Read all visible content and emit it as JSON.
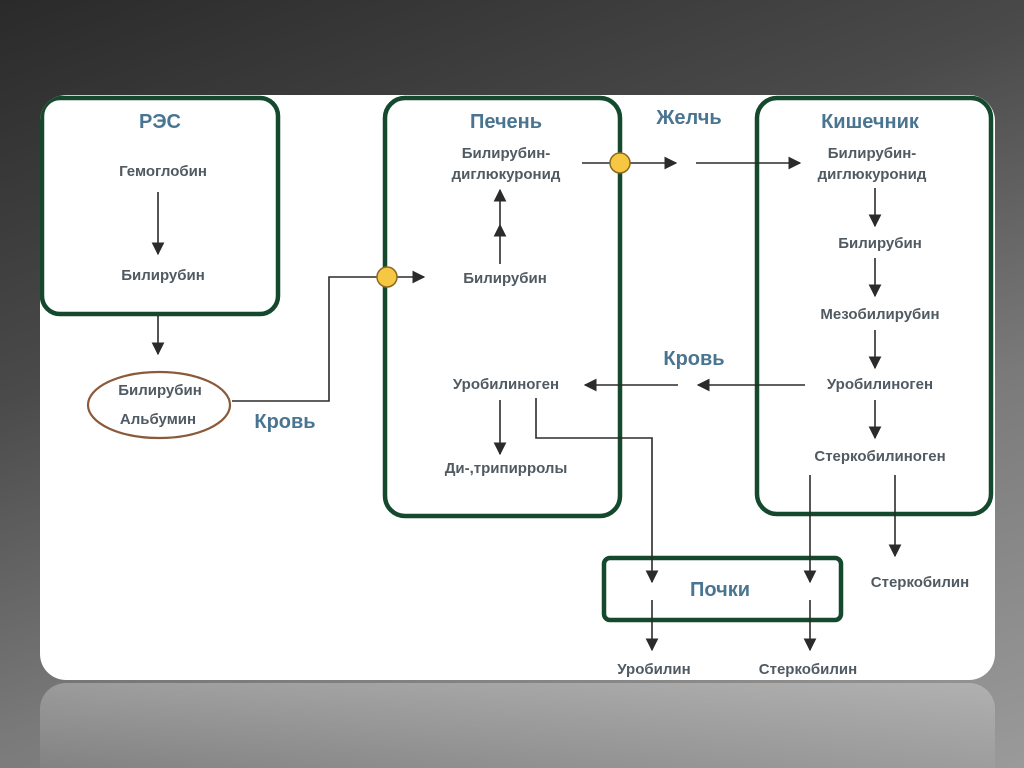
{
  "boxes": {
    "res": {
      "title": "РЭС",
      "items": [
        "Гемоглобин",
        "Билирубин"
      ]
    },
    "liver": {
      "title": "Печень",
      "items": [
        "Билирубин-",
        "диглюкуронид",
        "Билирубин",
        "Уробилиноген",
        "Ди-,трипирролы"
      ]
    },
    "intestine": {
      "title": "Кишечник",
      "items": [
        "Билирубин-",
        "диглюкуронид",
        "Билирубин",
        "Мезобилирубин",
        "Уробилиноген",
        "Стеркобилиноген"
      ]
    },
    "kidneys": {
      "title": "Почки"
    }
  },
  "albumin_complex": [
    "Билирубин",
    "Альбумин"
  ],
  "labels": {
    "bile": "Желчь",
    "blood_left": "Кровь",
    "blood_right": "Кровь",
    "stercobilin_side": "Стеркобилин",
    "urobilin_out": "Уробилин",
    "stercobilin_out": "Стеркобилин"
  },
  "colors": {
    "box_border": "#14492e",
    "header_text": "#4a7590",
    "label_text": "#505a62",
    "ellipse_border": "#8a5a3a",
    "node_fill": "#f5c742"
  }
}
